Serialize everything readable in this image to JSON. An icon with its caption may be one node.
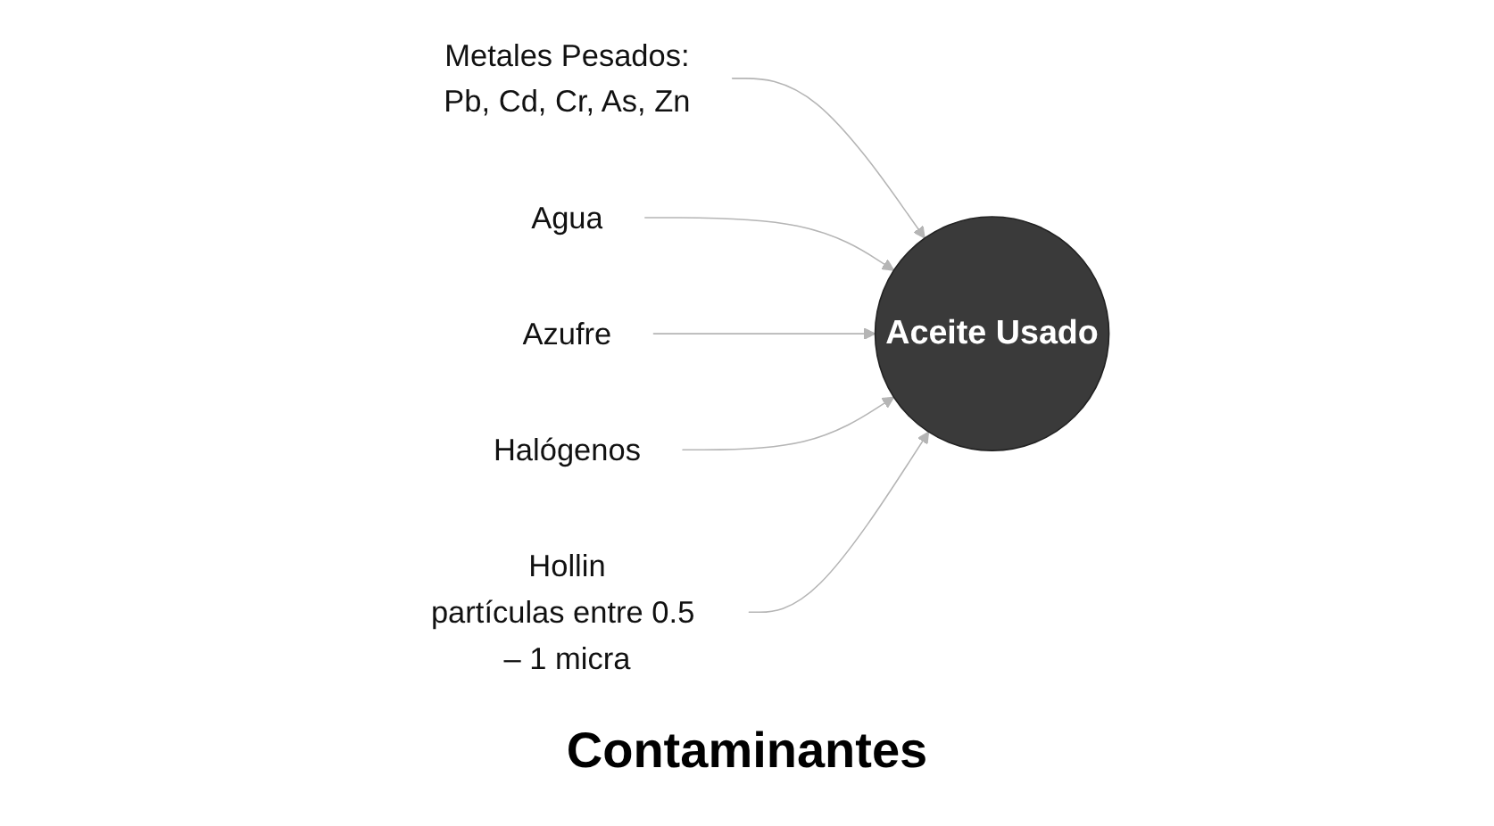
{
  "diagram": {
    "caption": "Contaminantes",
    "nodes": [
      {
        "text": [
          "Aceite Usado"
        ]
      },
      {
        "text": [
          "Metales Pesados:",
          "Pb, Cd, Cr, As, Zn"
        ]
      },
      {
        "text": [
          "Agua"
        ]
      },
      {
        "text": [
          "Azufre"
        ]
      },
      {
        "text": [
          "Halógenos"
        ]
      },
      {
        "text": [
          "Hollin",
          "partículas entre 0.5 – 1 micra"
        ]
      }
    ],
    "edges": [
      {
        "from": 1,
        "to": 0,
        "arrow": "to"
      },
      {
        "from": 2,
        "to": 0,
        "arrow": "to"
      },
      {
        "from": 3,
        "to": 0,
        "arrow": "to"
      },
      {
        "from": 4,
        "to": 0,
        "arrow": "to"
      },
      {
        "from": 5,
        "to": 0,
        "arrow": "to"
      }
    ]
  }
}
